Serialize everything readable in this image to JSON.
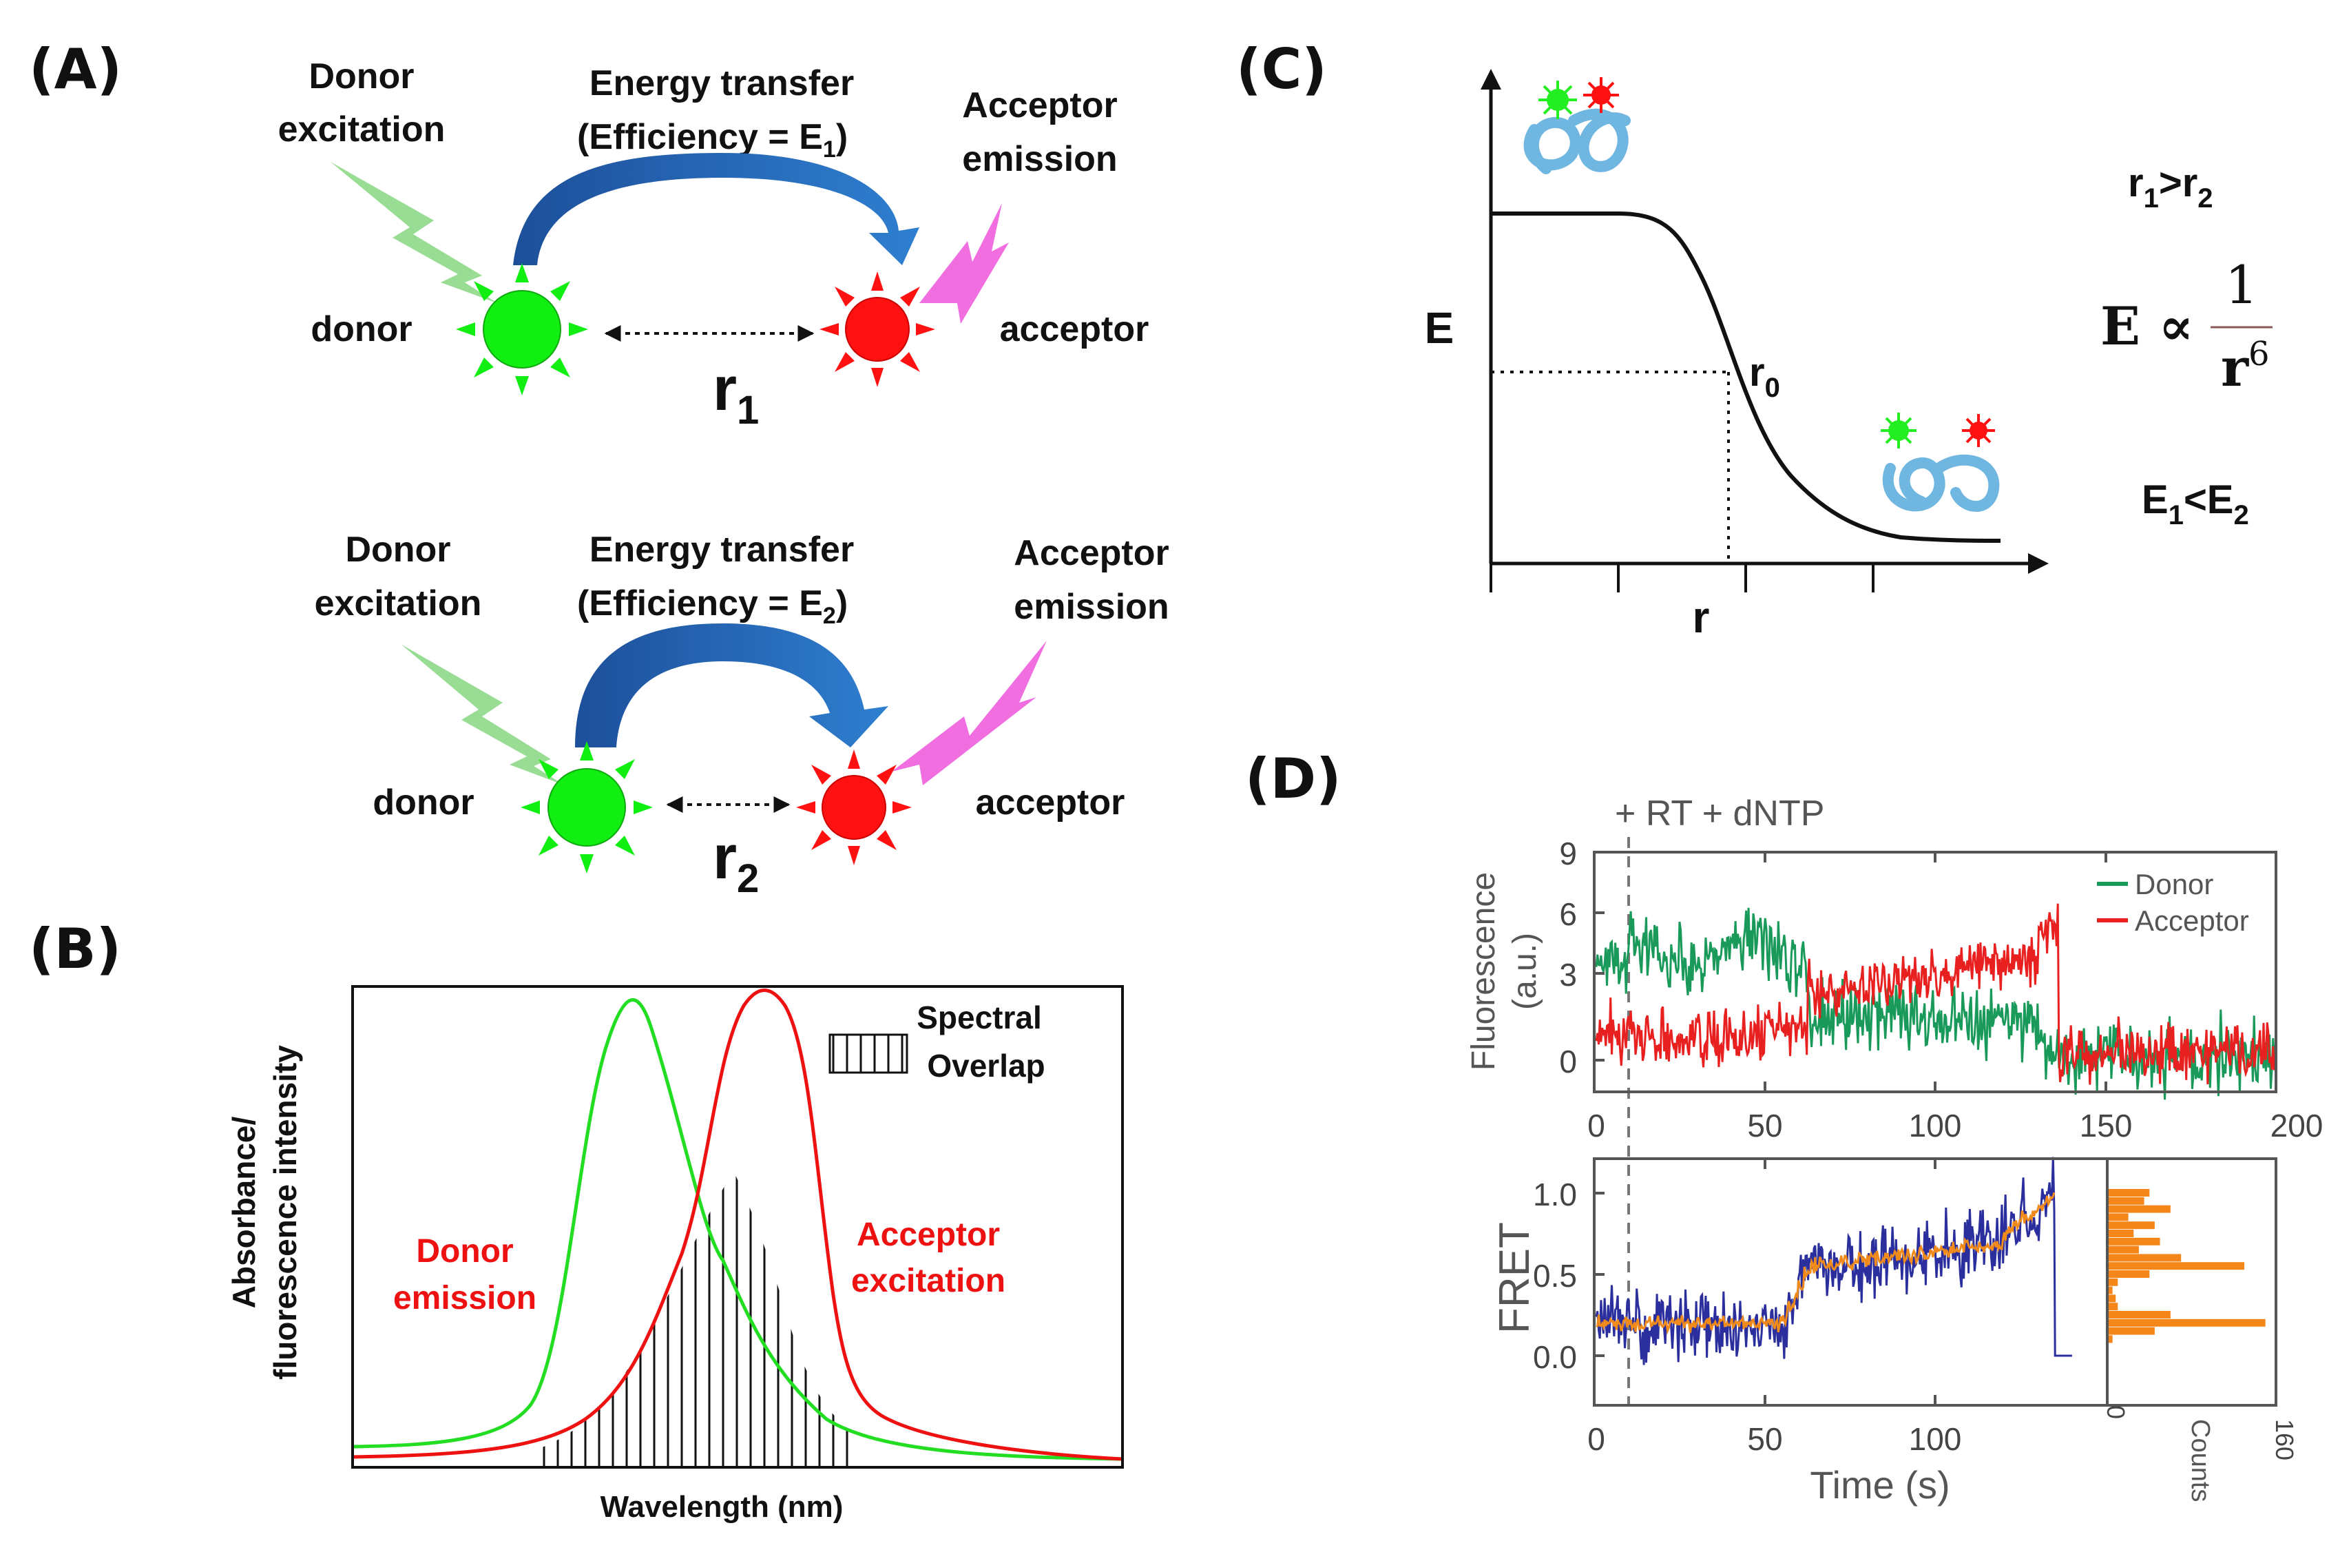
{
  "panelA": {
    "label": "(A)",
    "top": {
      "donor_excitation_1": "Donor",
      "donor_excitation_2": "excitation",
      "transfer_1": "Energy transfer",
      "transfer_2": "(Efficiency = E",
      "transfer_sub": "1",
      "transfer_close": ")",
      "acceptor_emission_1": "Acceptor",
      "acceptor_emission_2": "emission",
      "donor": "donor",
      "acceptor": "acceptor",
      "distance": "r",
      "distance_sub": "1"
    },
    "bottom": {
      "donor_excitation_1": "Donor",
      "donor_excitation_2": "excitation",
      "transfer_1": "Energy transfer",
      "transfer_2": "(Efficiency = E",
      "transfer_sub": "2",
      "transfer_close": ")",
      "acceptor_emission_1": "Acceptor",
      "acceptor_emission_2": "emission",
      "donor": "donor",
      "acceptor": "acceptor",
      "distance": "r",
      "distance_sub": "2"
    }
  },
  "panelB": {
    "label": "(B)",
    "ylabel_1": "Absorbance/",
    "ylabel_2": "fluorescence intensity",
    "xlabel": "Wavelength (nm)",
    "legend_1": "Spectral",
    "legend_2": "Overlap",
    "donor_1": "Donor",
    "donor_2": "emission",
    "acceptor_1": "Acceptor",
    "acceptor_2": "excitation",
    "colors": {
      "donor": "#22dd22",
      "acceptor": "#ee1111"
    }
  },
  "panelC": {
    "label": "(C)",
    "ylabel": "E",
    "xlabel": "r",
    "r0": "r",
    "r0_sub": "0",
    "rel1": "r",
    "rel1_sub1": "1",
    "rel1_mid": ">r",
    "rel1_sub2": "2",
    "eq_lhs": "E ∝",
    "eq_num": "1",
    "eq_den": "r",
    "eq_exp": "6",
    "rel2": "E",
    "rel2_sub1": "1",
    "rel2_mid": "<E",
    "rel2_sub2": "2"
  },
  "panelD": {
    "label": "(D)",
    "annotation": "+ RT + dNTP",
    "top": {
      "ylabel_1": "Fluorescence",
      "ylabel_2": "(a.u.)",
      "yticks": [
        "9",
        "6",
        "3",
        "0"
      ],
      "xticks": [
        "0",
        "50",
        "100",
        "150",
        "200"
      ],
      "legend": [
        "Donor",
        "Acceptor"
      ],
      "colors": {
        "donor": "#1a9a5a",
        "acceptor": "#e82020"
      }
    },
    "bottom": {
      "ylabel": "FRET",
      "yticks": [
        "1.0",
        "0.5",
        "0.0"
      ],
      "xticks": [
        "0",
        "50",
        "100"
      ],
      "xlabel": "Time (s)",
      "hist_ticks": [
        "0",
        "160"
      ],
      "hist_label": "Counts",
      "colors": {
        "trace": "#2b2f9e",
        "fit": "#f08a1a",
        "hist": "#f5861a"
      }
    }
  }
}
